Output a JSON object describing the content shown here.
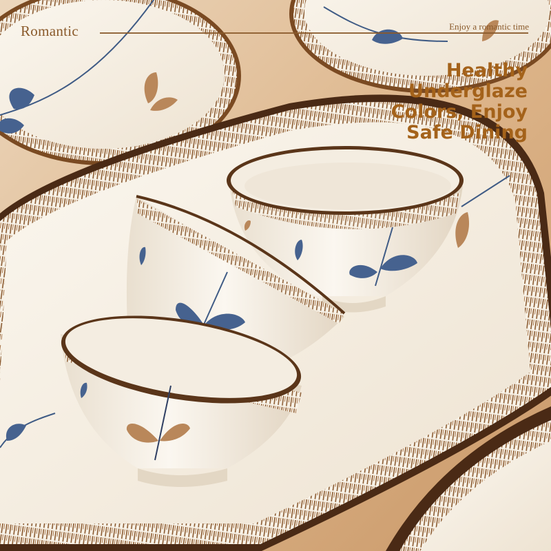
{
  "header": {
    "brand": "Romantic",
    "tagline": "Enjoy a romantic time"
  },
  "headline": {
    "lines": [
      "Healthy",
      "Underglaze",
      "Colors, Enjoy",
      "Safe Dining"
    ]
  },
  "palette": {
    "background": "#d9b48a",
    "porcelain": "#f7f1e6",
    "rim_brown": "#7a4a22",
    "leaf_blue": "#46628f",
    "leaf_tan": "#b9875a",
    "headline_color": "#a4621a"
  }
}
